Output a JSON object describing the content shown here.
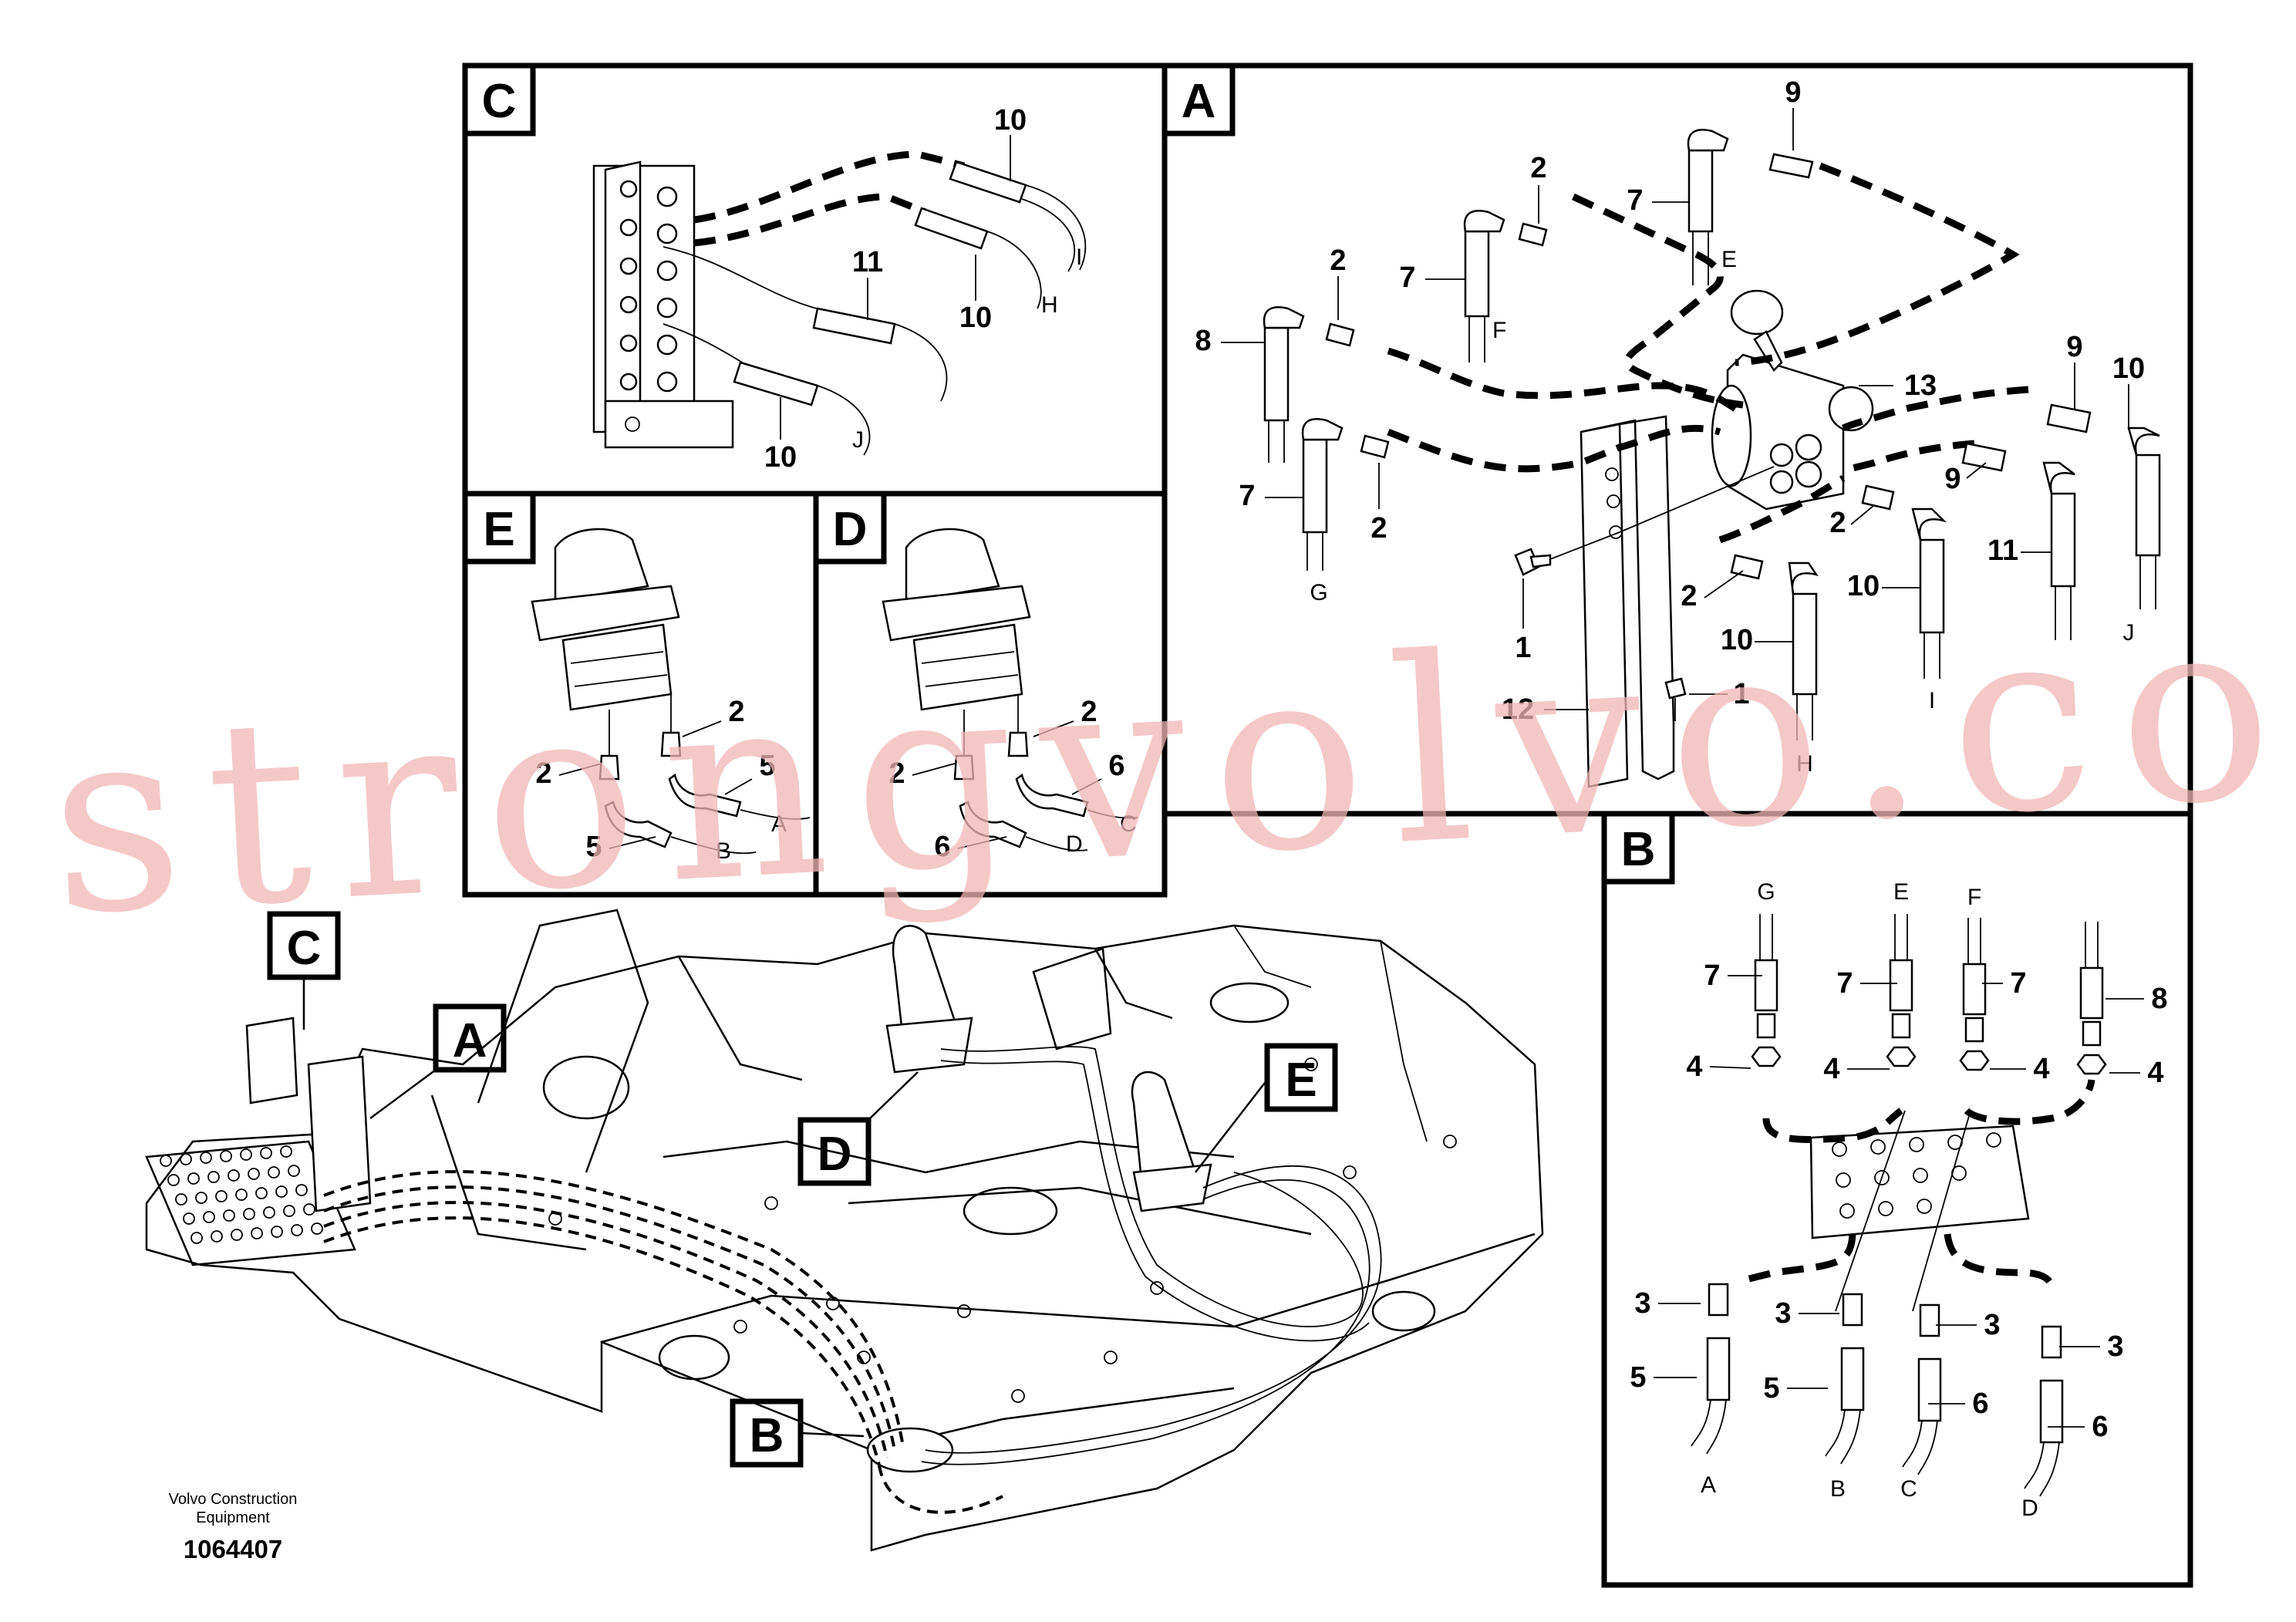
{
  "panels": {
    "A": "A",
    "B": "B",
    "C": "C",
    "D": "D",
    "E": "E"
  },
  "overview": {
    "callouts": [
      "C",
      "A",
      "D",
      "E",
      "B"
    ]
  },
  "panel_A": {
    "labels": {
      "n1a": "1",
      "n1b": "1",
      "n2a": "2",
      "n2b": "2",
      "n2c": "2",
      "n2d": "2",
      "n2e": "2",
      "n7a": "7",
      "n7b": "7",
      "n7c": "7",
      "n8": "8",
      "n9a": "9",
      "n9b": "9",
      "n9c": "9",
      "n10a": "10",
      "n10b": "10",
      "n10c": "10",
      "n11": "11",
      "n12": "12",
      "n13": "13",
      "E": "E",
      "F": "F",
      "G": "G",
      "H": "H",
      "I": "I",
      "J": "J"
    }
  },
  "panel_B": {
    "labels": {
      "G": "G",
      "E": "E",
      "F": "F",
      "n7a": "7",
      "n7b": "7",
      "n7c": "7",
      "n8": "8",
      "n4a": "4",
      "n4b": "4",
      "n4c": "4",
      "n4d": "4",
      "n3a": "3",
      "n3b": "3",
      "n3c": "3",
      "n3d": "3",
      "n5a": "5",
      "n5b": "5",
      "n6a": "6",
      "n6b": "6",
      "A": "A",
      "B": "B",
      "C": "C",
      "D": "D"
    }
  },
  "panel_C": {
    "labels": {
      "n10a": "10",
      "n10b": "10",
      "n10c": "10",
      "n11": "11",
      "I": "I",
      "H": "H",
      "J": "J"
    }
  },
  "panel_D": {
    "labels": {
      "n2a": "2",
      "n2b": "2",
      "n6a": "6",
      "n6b": "6",
      "C": "C",
      "D": "D"
    }
  },
  "panel_E": {
    "labels": {
      "n2a": "2",
      "n2b": "2",
      "n5a": "5",
      "n5b": "5",
      "A": "A",
      "B": "B"
    }
  },
  "watermark": "strongvolvo.com",
  "brand": {
    "line1": "Volvo Construction",
    "line2": "Equipment"
  },
  "drawing_number": "1064407",
  "colors": {
    "ink": "#000000",
    "watermark": "#f2b6b6",
    "paper": "#ffffff"
  }
}
